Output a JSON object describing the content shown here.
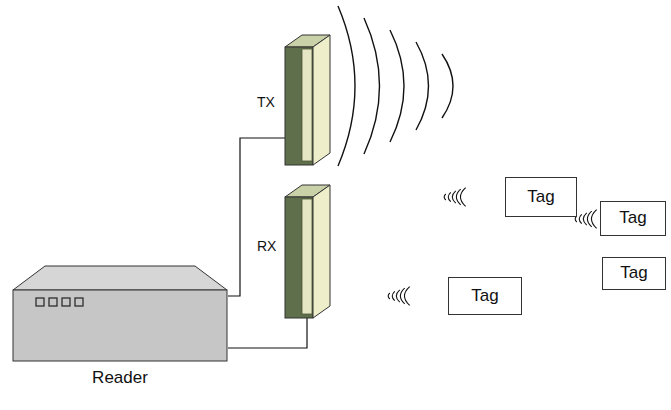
{
  "diagram": {
    "nodes": [
      {
        "text": [
          "TX"
        ]
      },
      {
        "text": [
          "RX"
        ]
      },
      {
        "text": [
          "Reader"
        ]
      },
      {
        "text": [
          "Tag"
        ]
      },
      {
        "text": [
          "Tag"
        ]
      },
      {
        "text": [
          "Tag"
        ]
      },
      {
        "text": [
          "Tag"
        ]
      }
    ],
    "edges": [
      {
        "from": 2,
        "to": 0,
        "arrow": "none"
      },
      {
        "from": 2,
        "to": 1,
        "arrow": "none"
      }
    ]
  }
}
